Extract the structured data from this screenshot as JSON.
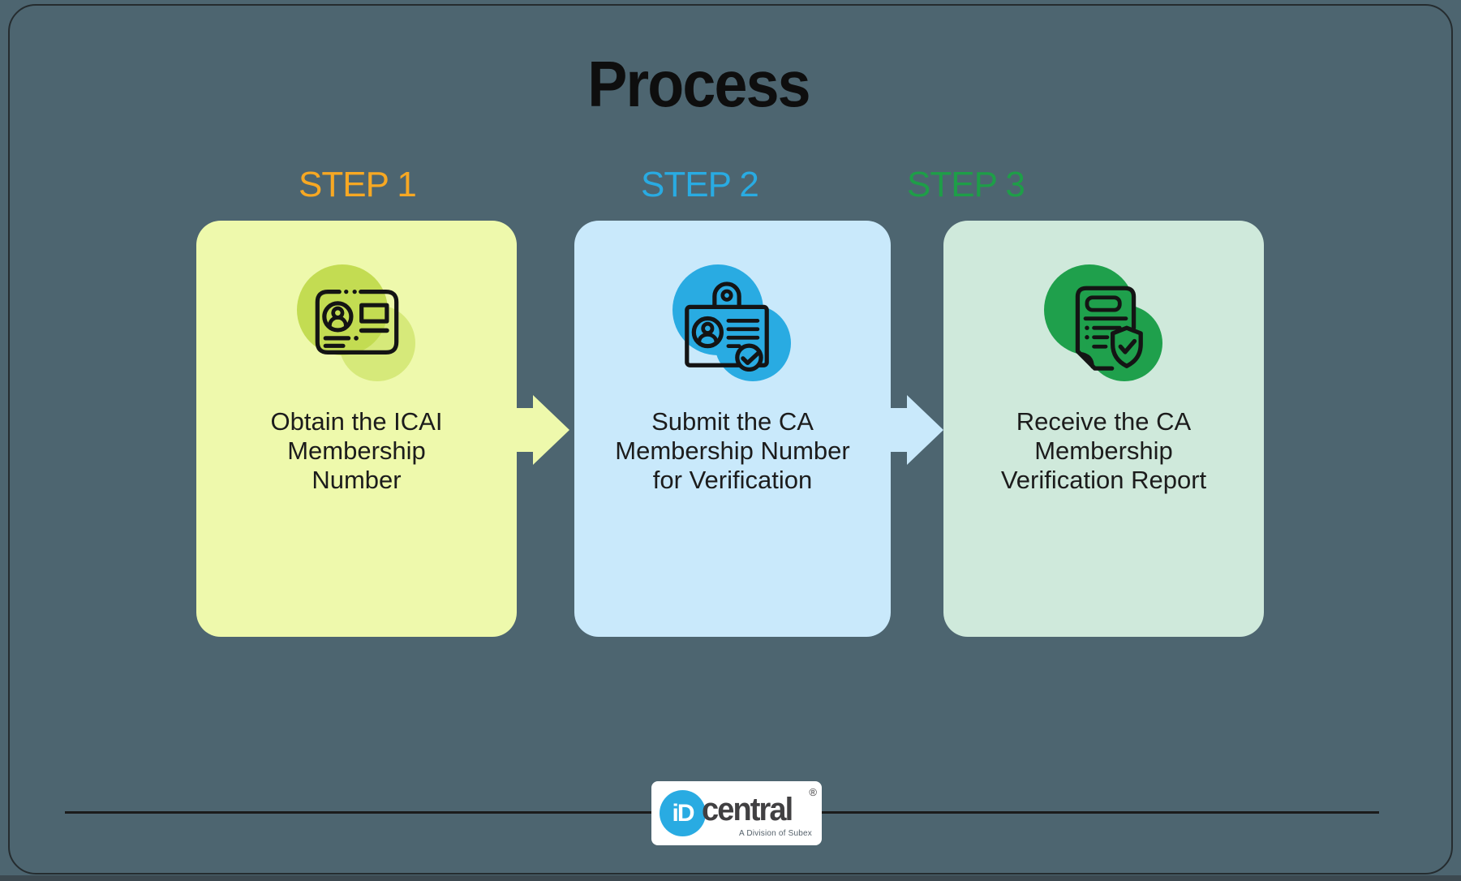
{
  "title": "Process",
  "palette": {
    "background": "#4D6570",
    "frame_border": "#252c2f",
    "title_color": "#0e0e0e",
    "divider": "#1b1b1b"
  },
  "steps": [
    {
      "label": "STEP 1",
      "label_color": "#F7A823",
      "card_color": "#EEF9AC",
      "blob_color": "#C3DC52",
      "icon": "id-card-icon",
      "text": "Obtain the ICAI\nMembership\nNumber"
    },
    {
      "label": "STEP 2",
      "label_color": "#29ABE2",
      "card_color": "#C9E9FB",
      "blob_color": "#29ABE2",
      "icon": "id-badge-check-icon",
      "text": "Submit the CA\nMembership Number\nfor Verification"
    },
    {
      "label": "STEP 3",
      "label_color": "#1E9E48",
      "card_color": "#CFE9DB",
      "blob_color": "#1FA04C",
      "icon": "document-shield-icon",
      "text": "Receive the CA\nMembership\nVerification Report"
    }
  ],
  "arrows": [
    {
      "from": "STEP 1",
      "to": "STEP 2",
      "color": "#EEF9AC"
    },
    {
      "from": "STEP 2",
      "to": "STEP 3",
      "color": "#C9E9FB"
    }
  ],
  "footer": {
    "logo": {
      "monogram": "iD",
      "wordmark": "central",
      "registered_mark": "®",
      "tagline": "A Division of Subex",
      "accent_color": "#29ABE2"
    }
  }
}
